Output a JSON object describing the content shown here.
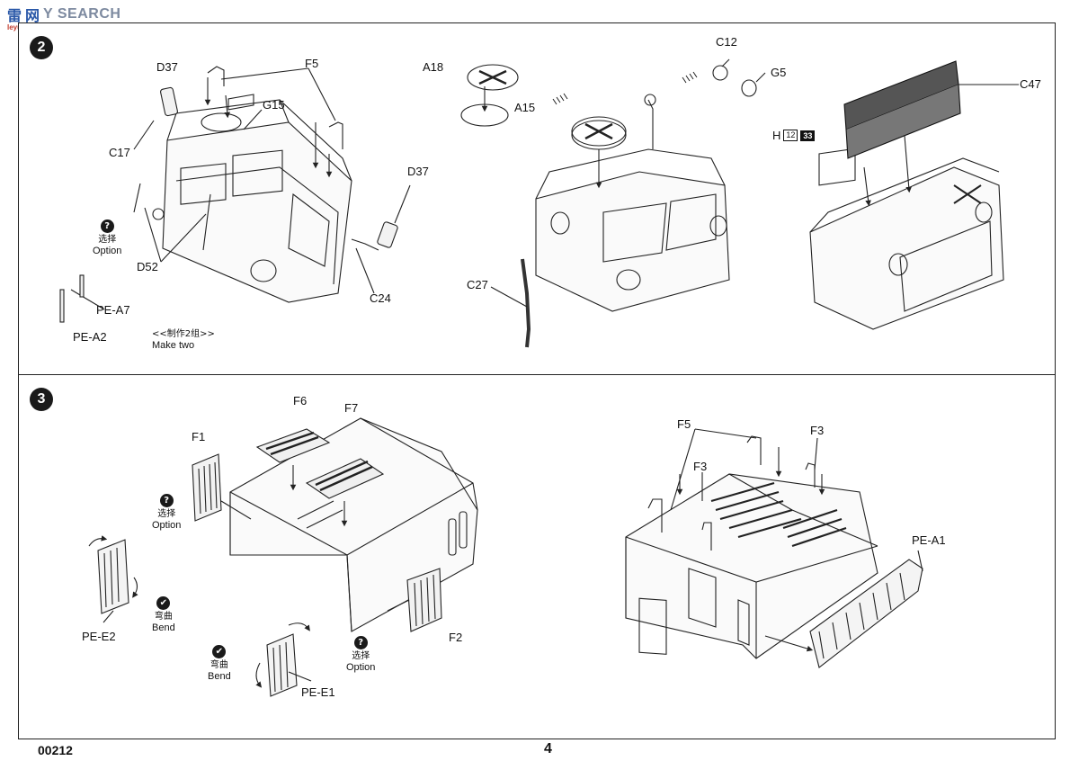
{
  "watermark": {
    "zh": "雷",
    "zh2": "网",
    "tail": "Y SEARCH",
    "domain": "leyu.shou.com"
  },
  "footer": {
    "catalog_number": "00212",
    "page_number": "4"
  },
  "steps": [
    {
      "number": "2"
    },
    {
      "number": "3"
    }
  ],
  "step2": {
    "labels": {
      "d37_top": "D37",
      "f5": "F5",
      "g15": "G15",
      "c17": "C17",
      "d52": "D52",
      "d37_right": "D37",
      "c24": "C24",
      "pe_a7": "PE-A7",
      "pe_a2": "PE-A2",
      "a18": "A18",
      "a15": "A15",
      "c12": "C12",
      "g5": "G5",
      "c27": "C27",
      "c47": "C47"
    },
    "option_note": {
      "zh": "选择",
      "en": "Option"
    },
    "make_two": {
      "zh": "<<制作2组>>",
      "en": "Make two"
    },
    "hcode": {
      "letter": "H",
      "box1": "12",
      "box2": "33"
    }
  },
  "step3": {
    "labels": {
      "f6": "F6",
      "f7": "F7",
      "f1": "F1",
      "f2": "F2",
      "pe_e2": "PE-E2",
      "pe_e1": "PE-E1",
      "f5": "F5",
      "f3_top": "F3",
      "f3_mid": "F3",
      "pe_a1": "PE-A1"
    },
    "option_left": {
      "zh": "选择",
      "en": "Option"
    },
    "option_bottom": {
      "zh": "选择",
      "en": "Option"
    },
    "bend_left": {
      "zh": "弯曲",
      "en": "Bend"
    },
    "bend_bottom": {
      "zh": "弯曲",
      "en": "Bend"
    }
  },
  "icons": {
    "option": "question-mark-icon",
    "bend": "bend-check-icon"
  }
}
